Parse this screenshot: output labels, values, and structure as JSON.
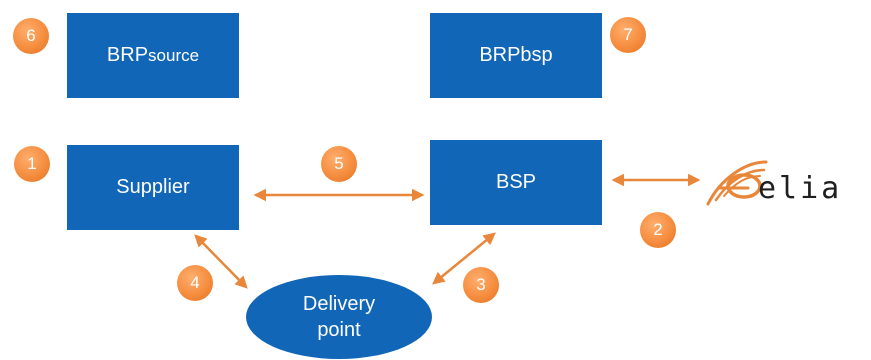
{
  "nodes": {
    "brp_source": {
      "main": "BRP",
      "sub": "source"
    },
    "brp_bsp": {
      "label": "BRPbsp"
    },
    "supplier": {
      "label": "Supplier"
    },
    "bsp": {
      "label": "BSP"
    },
    "delivery_point": {
      "line1": "Delivery",
      "line2": "point"
    }
  },
  "badges": {
    "b1": "1",
    "b2": "2",
    "b3": "3",
    "b4": "4",
    "b5": "5",
    "b6": "6",
    "b7": "7"
  },
  "logo": {
    "text": "elia"
  },
  "colors": {
    "box_fill": "#1166b8",
    "arrow": "#e8873a",
    "badge": "#f58d3f",
    "logo": "#e8873a"
  }
}
